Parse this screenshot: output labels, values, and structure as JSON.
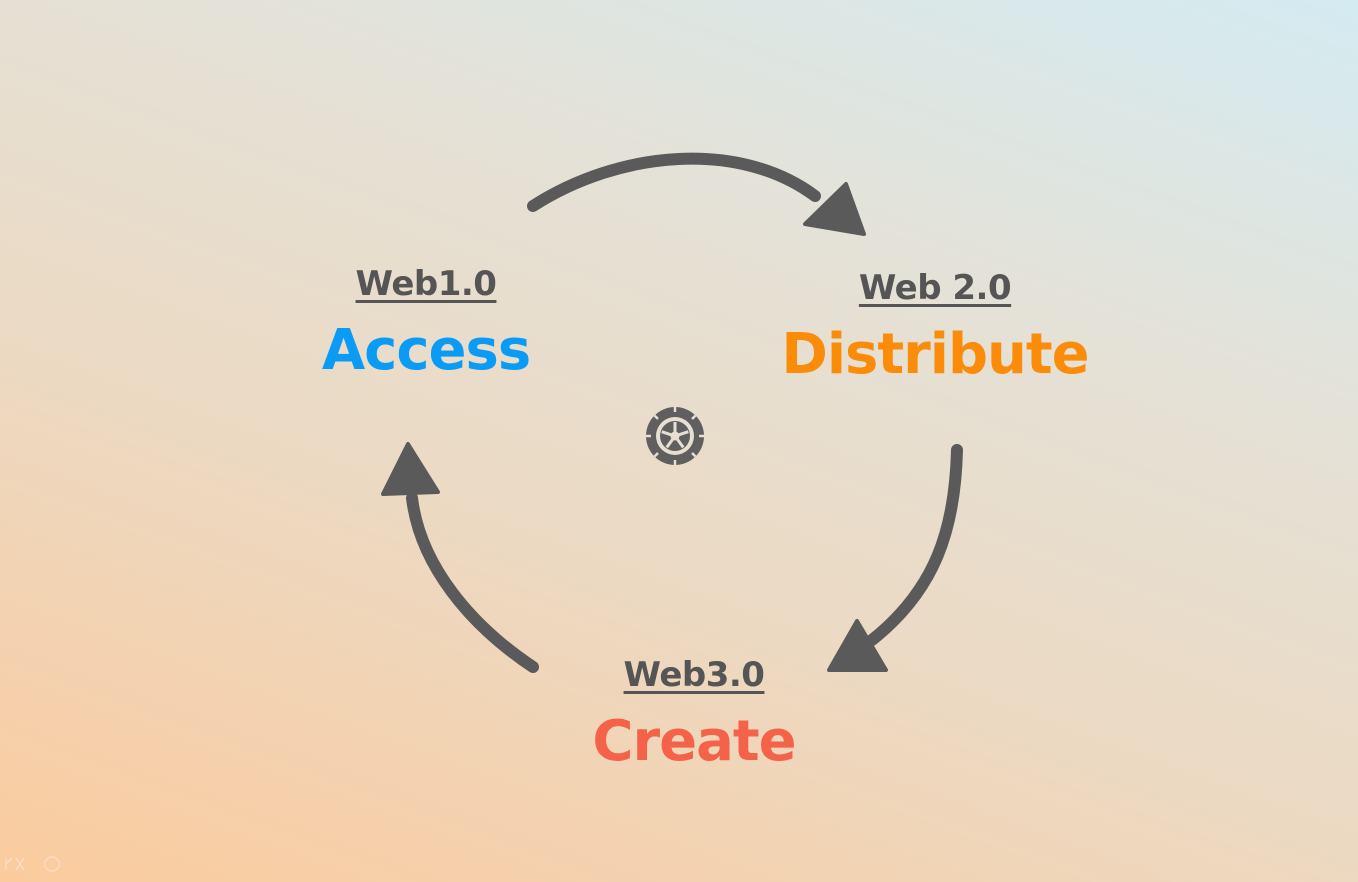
{
  "diagram": {
    "nodes": [
      {
        "id": "web1",
        "era": "Web1.0",
        "verb": "Access",
        "color": "#0a9cf5"
      },
      {
        "id": "web2",
        "era": "Web 2.0",
        "verb": "Distribute",
        "color": "#fb8c0a"
      },
      {
        "id": "web3",
        "era": "Web3.0",
        "verb": "Create",
        "color": "#f4624a"
      }
    ],
    "arrow_color": "#5a5a5a",
    "center_icon": "wheel-icon"
  }
}
